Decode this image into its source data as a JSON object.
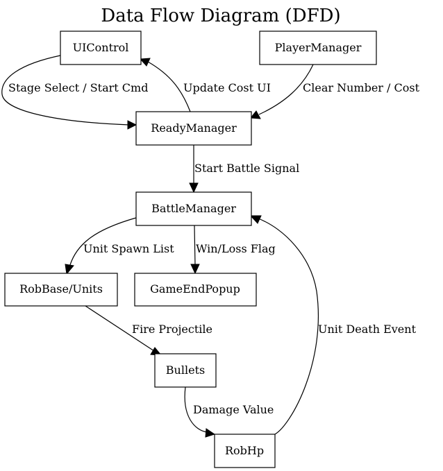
{
  "title": "Data Flow Diagram (DFD)",
  "nodes": {
    "ui_control": "UIControl",
    "player_manager": "PlayerManager",
    "ready_manager": "ReadyManager",
    "battle_manager": "BattleManager",
    "robbase_units": "RobBase/Units",
    "game_end_popup": "GameEndPopup",
    "bullets": "Bullets",
    "rob_hp": "RobHp"
  },
  "edges": {
    "stage_select": "Stage Select / Start Cmd",
    "update_cost_ui": "Update Cost UI",
    "clear_number_cost": "Clear Number / Cost",
    "start_battle_signal": "Start Battle Signal",
    "unit_spawn_list": "Unit Spawn List",
    "win_loss_flag": "Win/Loss Flag",
    "fire_projectile": "Fire Projectile",
    "damage_value": "Damage Value",
    "unit_death_event": "Unit Death Event"
  }
}
